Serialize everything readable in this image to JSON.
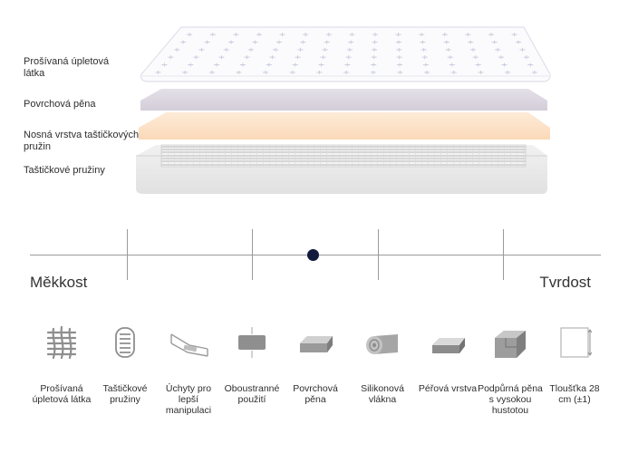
{
  "layers": [
    "Prošívaná úpletová látka",
    "Povrchová pěna",
    "Nosná vrstva taštičkových pružin",
    "Taštičkové pružiny"
  ],
  "scale": {
    "left_label": "Měkkost",
    "right_label": "Tvrdost",
    "level": 0.5,
    "colors": {
      "line": "#9a9a9a",
      "dot": "#101a3c"
    }
  },
  "features": [
    {
      "icon": "knit-fabric-icon",
      "label": "Prošívaná úpletová látka"
    },
    {
      "icon": "pocket-spring-icon",
      "label": "Taštičkové pružiny"
    },
    {
      "icon": "handle-icon",
      "label": "Úchyty pro lepší manipulaci"
    },
    {
      "icon": "double-sided-icon",
      "label": "Oboustranné použití"
    },
    {
      "icon": "foam-layer-icon",
      "label": "Povrchová pěna"
    },
    {
      "icon": "fiber-roll-icon",
      "label": "Silikonová vlákna"
    },
    {
      "icon": "feather-layer-icon",
      "label": "Péřová vrstva"
    },
    {
      "icon": "support-foam-icon",
      "label": "Podpůrná pěna s vysokou hustotou"
    },
    {
      "icon": "thickness-icon",
      "label": "Tloušťka 28 cm (±1)"
    }
  ],
  "colors": {
    "quilt_top": "#fbfbfd",
    "comfort_foam": "#dcd7e1",
    "spring_support": "#fde3c9",
    "spring_base": "#e9e9e9",
    "icon_gray": "#8e8e8e"
  }
}
